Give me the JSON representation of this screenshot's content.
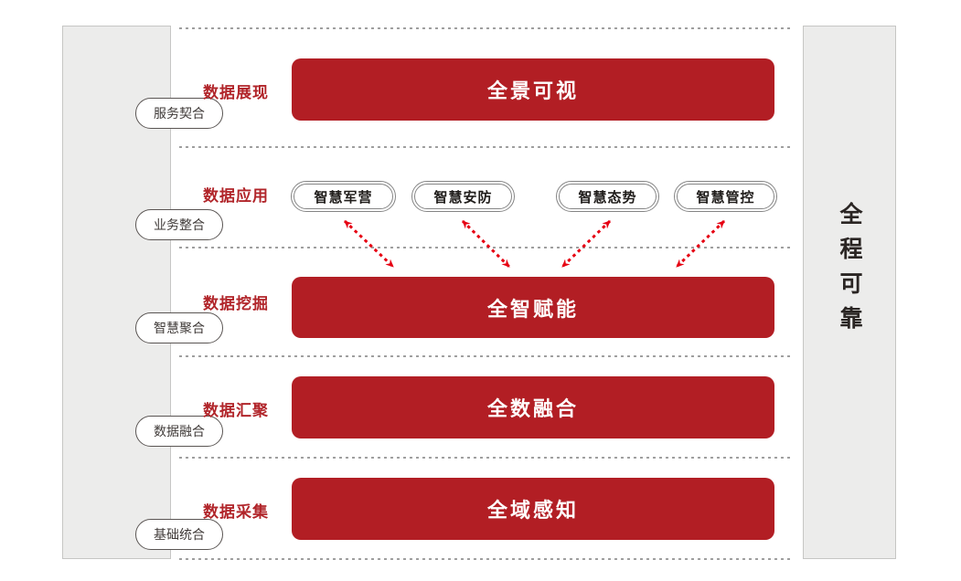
{
  "title_hidden": "",
  "colors": {
    "bar_red": "#b21e24",
    "label_red": "#b1252a",
    "arrow_red": "#e60012",
    "sidebar_bg": "#ececeb",
    "sidebar_border": "#c6c6c4",
    "dot_gray": "#9f9f9f",
    "ink": "#2a2523"
  },
  "left_sidebar": {
    "items": [
      "服务契合",
      "业务整合",
      "智慧聚合",
      "数据融合",
      "基础统合"
    ]
  },
  "right_sidebar": {
    "label": "全程可靠"
  },
  "layers": [
    {
      "label": "数据展现",
      "bar": "全景可视"
    },
    {
      "label": "数据应用",
      "apps": [
        "智慧军营",
        "智慧安防",
        "智慧态势",
        "智慧管控"
      ]
    },
    {
      "label": "数据挖掘",
      "bar": "全智赋能"
    },
    {
      "label": "数据汇聚",
      "bar": "全数融合"
    },
    {
      "label": "数据采集",
      "bar": "全域感知"
    }
  ],
  "connections": [
    {
      "from": "智慧军营",
      "to": "全智赋能",
      "type": "bidirectional-dashed"
    },
    {
      "from": "智慧安防",
      "to": "全智赋能",
      "type": "bidirectional-dashed"
    },
    {
      "from": "智慧态势",
      "to": "全智赋能",
      "type": "bidirectional-dashed"
    },
    {
      "from": "智慧管控",
      "to": "全智赋能",
      "type": "bidirectional-dashed"
    }
  ]
}
